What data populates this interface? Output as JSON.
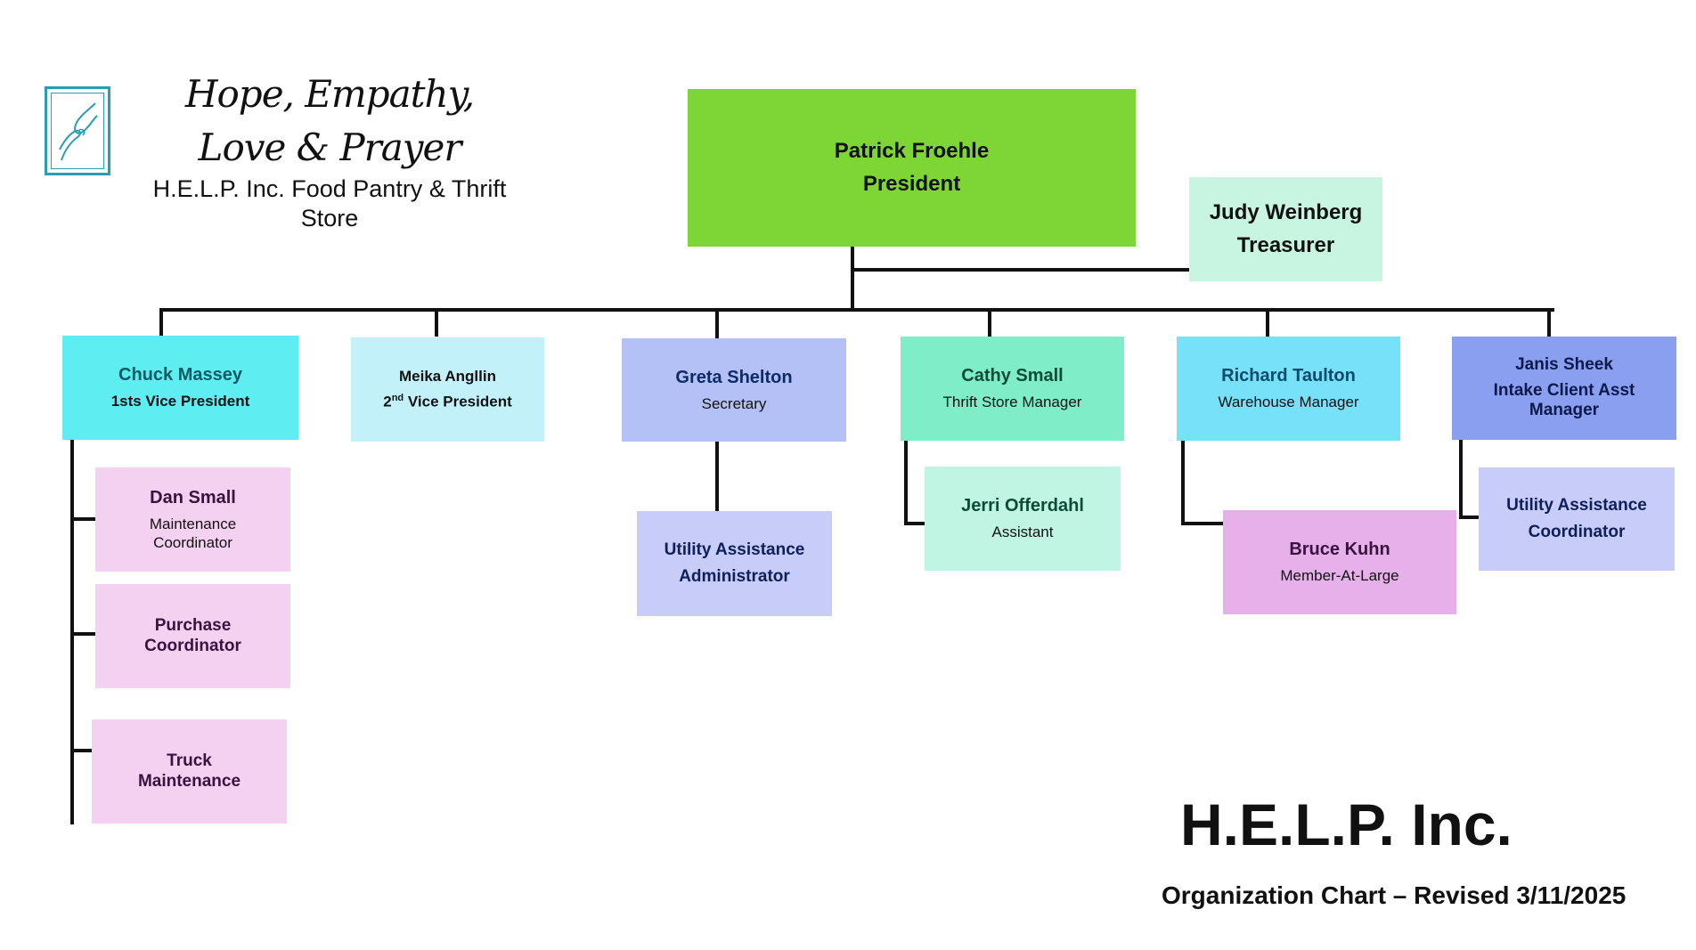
{
  "header": {
    "motto": "Hope, Empathy, Love & Prayer",
    "org_name": "H.E.L.P. Inc. Food Pantry & Thrift Store",
    "logo_icon": "helping-hands-icon"
  },
  "footer": {
    "title": "H.E.L.P. Inc.",
    "subtitle": "Organization Chart – Revised 3/11/2025"
  },
  "colors": {
    "president": "#7ed636",
    "treasurer": "#c8f5e1",
    "cyan": "#5eeef2",
    "light_cyan": "#c3f1fa",
    "periwinkle": "#b4c1f6",
    "mint": "#7eedc8",
    "sky": "#76e1f8",
    "indigo": "#8b9ff0",
    "lavender": "#c7cdf8",
    "light_mint": "#c0f5e3",
    "pink": "#f4d1f1",
    "orchid": "#e6b0ea"
  },
  "nodes": {
    "president": {
      "name": "Patrick Froehle",
      "role": "President"
    },
    "treasurer": {
      "name": "Judy Weinberg",
      "role": "Treasurer"
    },
    "vp1": {
      "name": "Chuck Massey",
      "role": "1sts Vice President"
    },
    "vp2": {
      "name": "Meika Angllin",
      "role_prefix": "2",
      "role_sup": "nd",
      "role_suffix": " Vice President"
    },
    "secretary": {
      "name": "Greta Shelton",
      "role": "Secretary"
    },
    "thrift": {
      "name": "Cathy Small",
      "role": "Thrift Store Manager"
    },
    "warehouse": {
      "name": "Richard Taulton",
      "role": "Warehouse Manager"
    },
    "intake": {
      "name": "Janis Sheek",
      "role": "Intake Client Asst Manager"
    },
    "maintenance": {
      "name": "Dan Small",
      "role": "Maintenance Coordinator"
    },
    "purchase": {
      "name": "Purchase Coordinator"
    },
    "truck": {
      "name": "Truck Maintenance"
    },
    "utility_admin": {
      "name": "Utility Assistance Administrator"
    },
    "assistant": {
      "name": "Jerri Offerdahl",
      "role": "Assistant"
    },
    "member": {
      "name": "Bruce Kuhn",
      "role": "Member-At-Large"
    },
    "utility_coord": {
      "name": "Utility Assistance Coordinator"
    }
  }
}
